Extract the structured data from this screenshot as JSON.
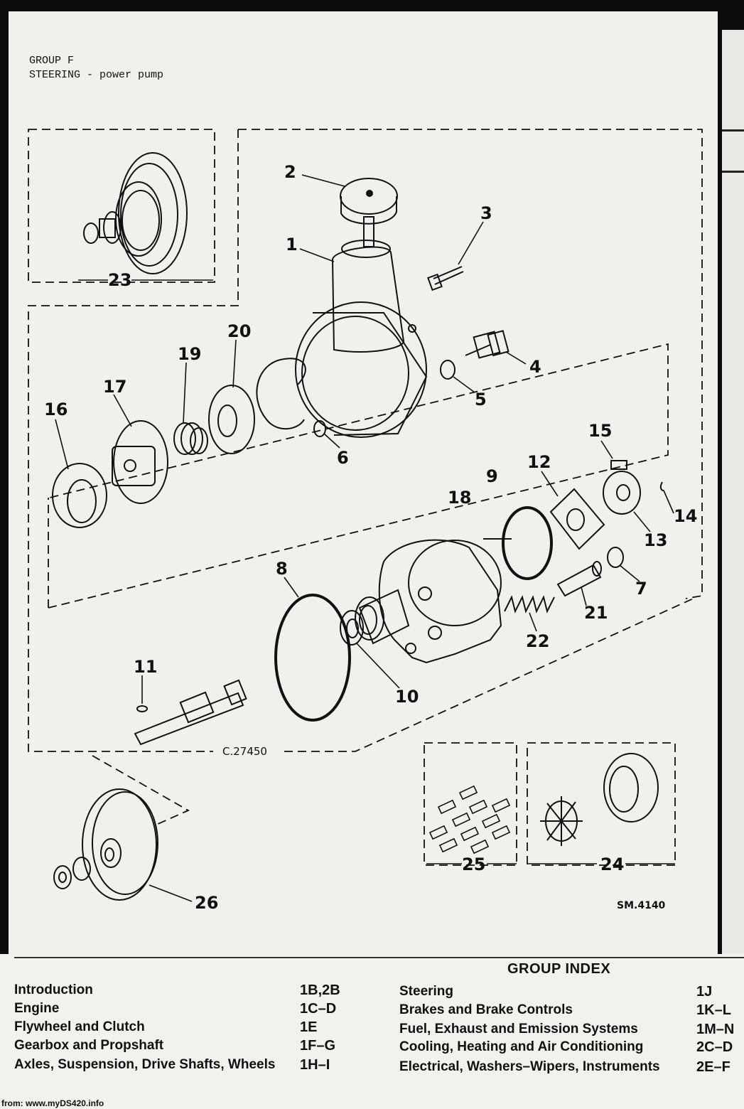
{
  "header": {
    "group": "GROUP F",
    "title": "STEERING - power pump"
  },
  "diagram": {
    "drawing_ref": "C.27450",
    "sheet_ref": "SM.4140",
    "callouts": [
      "1",
      "2",
      "3",
      "4",
      "5",
      "6",
      "7",
      "8",
      "9",
      "10",
      "11",
      "12",
      "13",
      "14",
      "15",
      "16",
      "17",
      "18",
      "19",
      "20",
      "21",
      "22",
      "23",
      "24",
      "25",
      "26"
    ]
  },
  "group_index": {
    "title": "GROUP INDEX",
    "left": [
      {
        "label": "Introduction",
        "code": "1B,2B"
      },
      {
        "label": "Engine",
        "code": "1C–D"
      },
      {
        "label": "Flywheel and Clutch",
        "code": "1E"
      },
      {
        "label": "Gearbox and Propshaft",
        "code": "1F–G"
      },
      {
        "label": "Axles, Suspension, Drive Shafts, Wheels",
        "code": "1H–I"
      }
    ],
    "right": [
      {
        "label": "Steering",
        "code": "1J"
      },
      {
        "label": "Brakes and Brake Controls",
        "code": "1K–L"
      },
      {
        "label": "Fuel, Exhaust and Emission Systems",
        "code": "1M–N"
      },
      {
        "label": "Cooling, Heating and Air Conditioning",
        "code": "2C–D"
      },
      {
        "label": "Electrical, Washers–Wipers, Instruments",
        "code": "2E–F"
      }
    ]
  },
  "source": "from: www.myDS420.info"
}
